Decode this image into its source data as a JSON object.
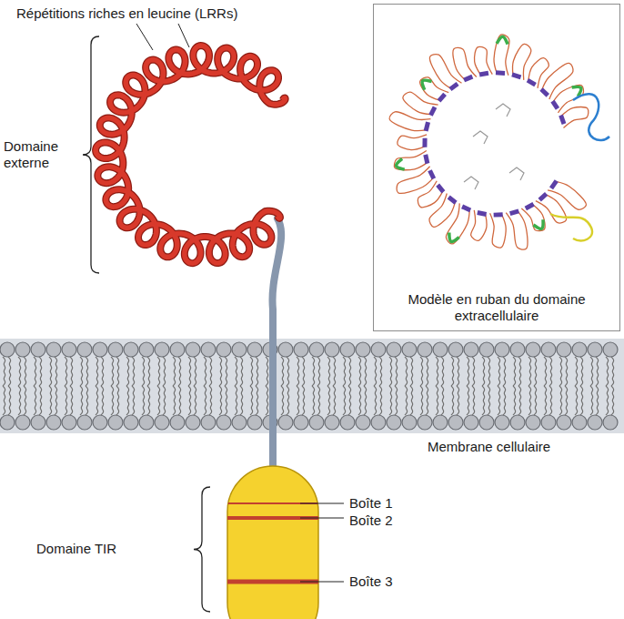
{
  "diagram": {
    "nodes": [
      {
        "text": [
          "Modèle en ruban du domaine extracellulaire"
        ]
      }
    ],
    "labels": [
      "Répétitions riches en leucine (LRRs)",
      "Domaine externe",
      "Membrane cellulaire",
      "Boîte 1",
      "Boîte 2",
      "Boîte 3",
      "Domaine TIR"
    ]
  }
}
